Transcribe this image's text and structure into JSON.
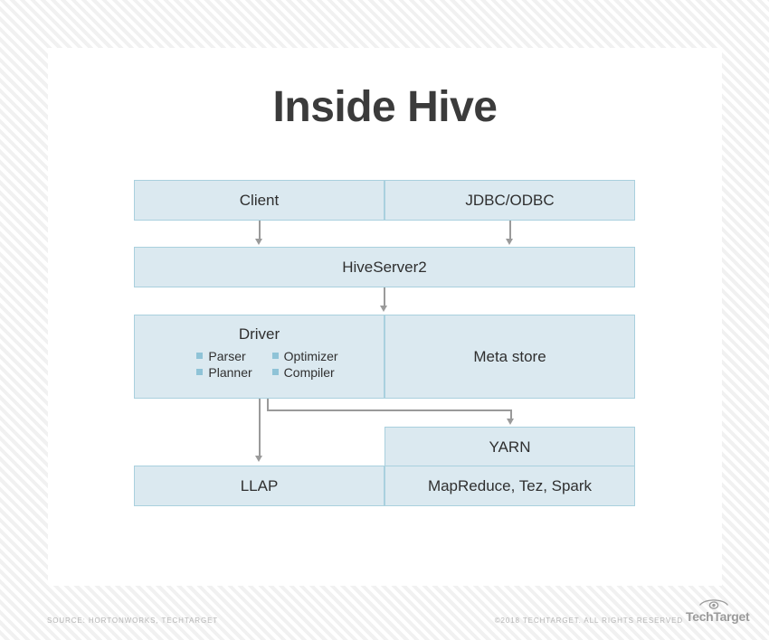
{
  "page": {
    "title": "Inside Hive"
  },
  "diagram": {
    "boxes": {
      "client": "Client",
      "jdbc_odbc": "JDBC/ODBC",
      "hiveserver2": "HiveServer2",
      "driver_title": "Driver",
      "driver_items_left": [
        "Parser",
        "Planner"
      ],
      "driver_items_right": [
        "Optimizer",
        "Compiler"
      ],
      "meta_store": "Meta store",
      "yarn": "YARN",
      "llap": "LLAP",
      "mapreduce": "MapReduce, Tez, Spark"
    },
    "colors": {
      "box_fill": "#dbe9f0",
      "box_border": "#a9d0de",
      "bullet": "#8fc3d7",
      "connector": "#9a9a9a",
      "title_text": "#3b3b3b",
      "box_text": "#2f2f2f"
    }
  },
  "footer": {
    "source": "SOURCE: HORTONWORKS, TECHTARGET",
    "copyright": "©2018 TECHTARGET. ALL RIGHTS RESERVED",
    "logo_text": "TechTarget"
  }
}
